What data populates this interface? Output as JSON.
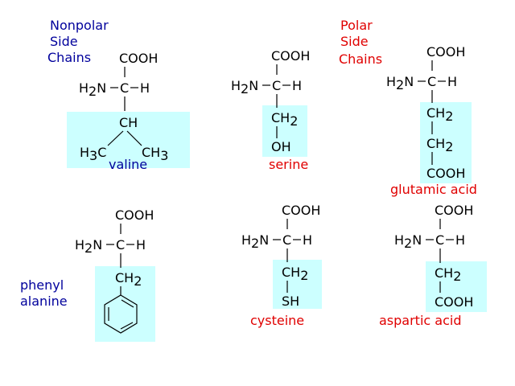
{
  "colors": {
    "nonpolar_heading": "#00009c",
    "polar_heading": "#e00000",
    "side_chain_box": "#ccffff",
    "formula_text": "#000000"
  },
  "headings": {
    "nonpolar": [
      "Nonpolar",
      "Side",
      "Chains"
    ],
    "polar": [
      "Polar",
      "Side",
      "Chains"
    ]
  },
  "backbone": {
    "cooh": "COOH",
    "h2n": "H2N",
    "c": "C",
    "h": "H"
  },
  "groups": {
    "ch": "CH",
    "ch2": "CH2",
    "ch3": "CH3",
    "h3c": "H3C",
    "oh": "OH",
    "sh": "SH",
    "cooh": "COOH"
  },
  "amino_acids": {
    "valine": "valine",
    "serine": "serine",
    "glutamic_acid": "glutamic acid",
    "phenylalanine": [
      "phenyl",
      "alanine"
    ],
    "cysteine": "cysteine",
    "aspartic_acid": "aspartic acid"
  },
  "side_chain_classes": {
    "valine": "nonpolar",
    "phenylalanine": "nonpolar",
    "serine": "polar",
    "glutamic_acid": "polar",
    "cysteine": "polar",
    "aspartic_acid": "polar"
  }
}
